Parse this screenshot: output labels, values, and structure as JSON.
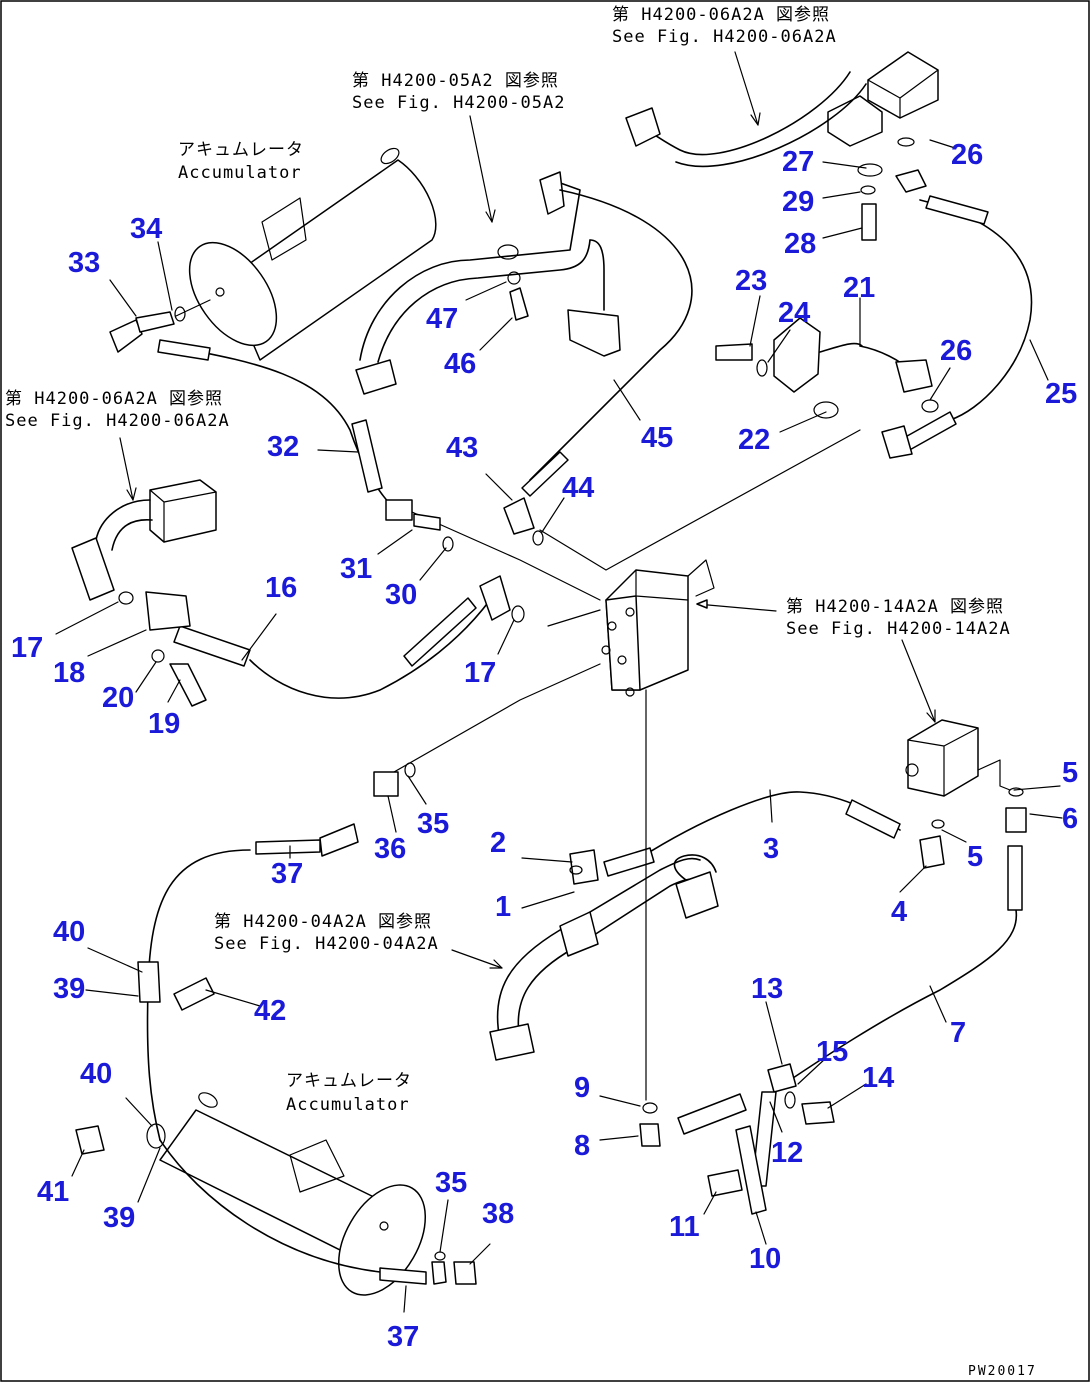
{
  "references": [
    {
      "jp": "第 H4200-06A2A 図参照",
      "en": "See Fig. H4200-06A2A"
    },
    {
      "jp": "第 H4200-05A2 図参照",
      "en": "See Fig. H4200-05A2"
    },
    {
      "jp": "第 H4200-06A2A 図参照",
      "en": "See Fig. H4200-06A2A"
    },
    {
      "jp": "第 H4200-14A2A 図参照",
      "en": "See Fig. H4200-14A2A"
    },
    {
      "jp": "第 H4200-04A2A 図参照",
      "en": "See Fig. H4200-04A2A"
    }
  ],
  "accumulators": [
    {
      "jp": "アキュムレータ",
      "en": "Accumulator"
    },
    {
      "jp": "アキュムレータ",
      "en": "Accumulator"
    }
  ],
  "part_numbers": [
    "26",
    "27",
    "29",
    "28",
    "23",
    "24",
    "21",
    "26",
    "25",
    "22",
    "33",
    "34",
    "47",
    "46",
    "45",
    "43",
    "44",
    "32",
    "31",
    "30",
    "16",
    "17",
    "18",
    "20",
    "19",
    "17",
    "5",
    "6",
    "5",
    "4",
    "3",
    "2",
    "1",
    "36",
    "35",
    "37",
    "40",
    "39",
    "42",
    "13",
    "15",
    "14",
    "7",
    "9",
    "8",
    "12",
    "11",
    "10",
    "40",
    "41",
    "39",
    "35",
    "38",
    "37"
  ],
  "figure_code": "PW20017"
}
